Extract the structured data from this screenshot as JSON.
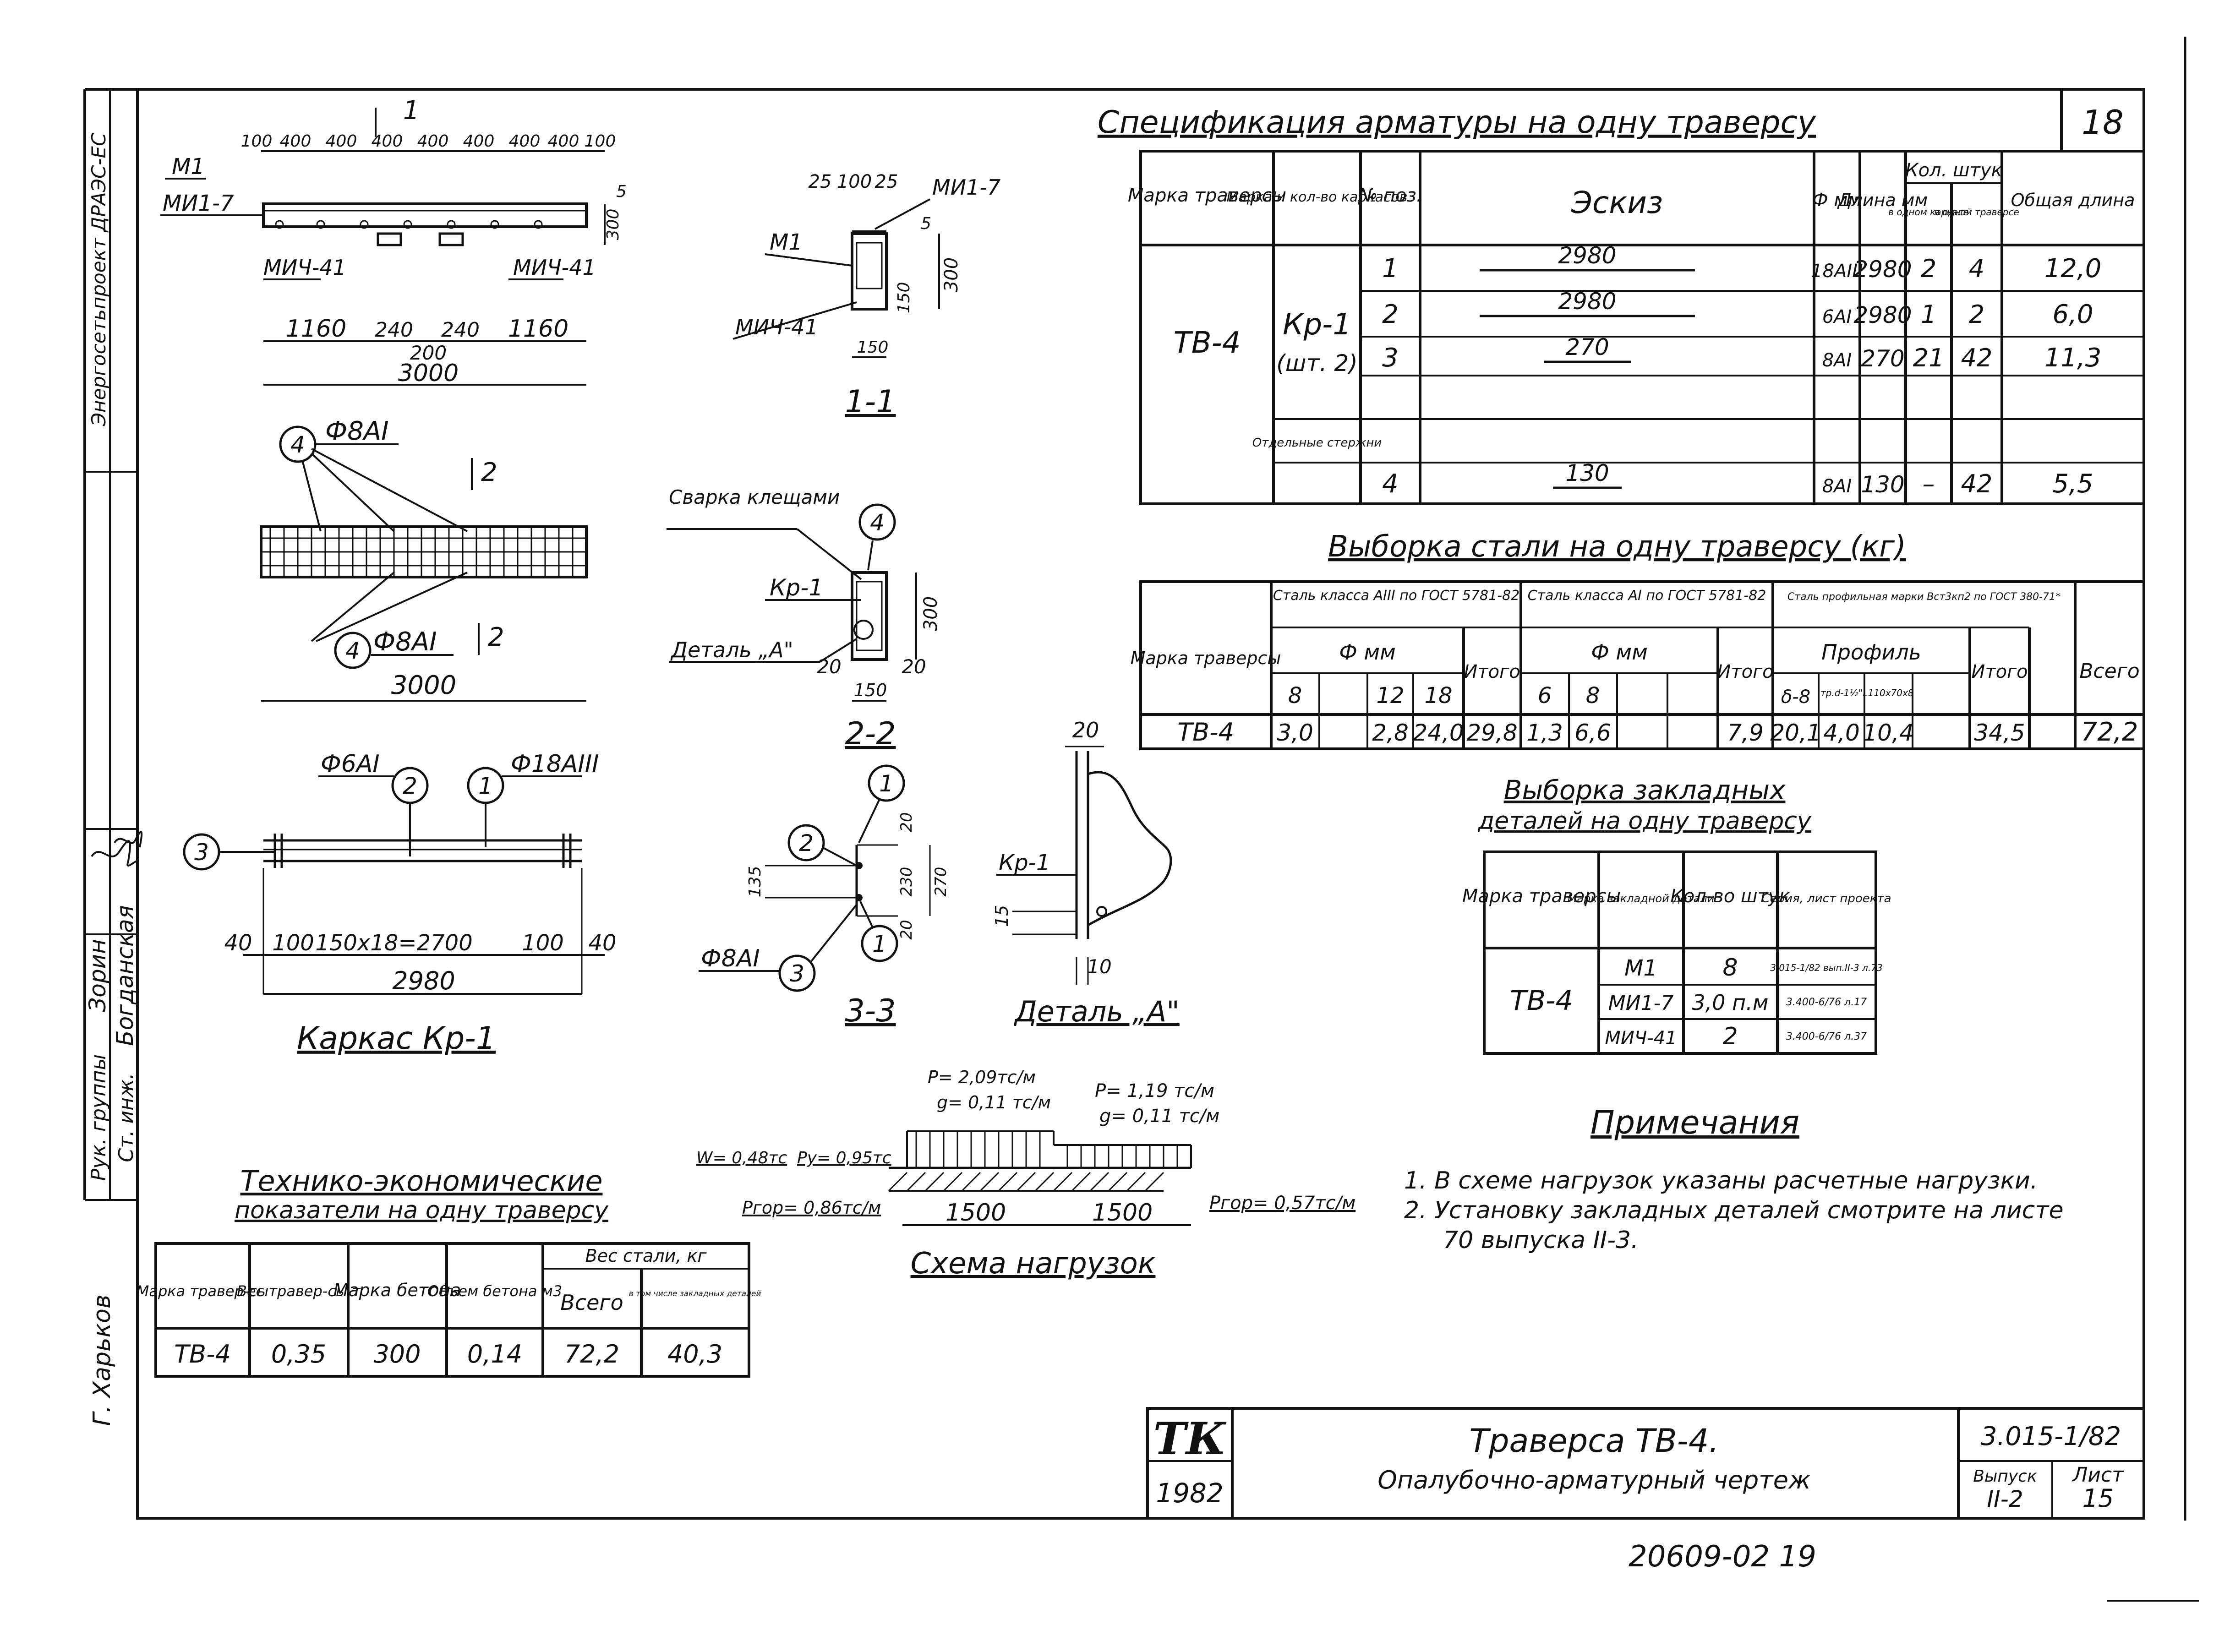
{
  "sheet_number": "18",
  "stamp": {
    "logo": "ТК",
    "year": "1982",
    "title_line1": "Траверса ТВ-4.",
    "title_line2": "Опалубочно-арматурный чертеж",
    "series": "3.015-1/82",
    "issue_label": "Выпуск",
    "issue_value": "II-2",
    "sheet_label": "Лист",
    "sheet_value": "15"
  },
  "archive_number": "20609-02 19",
  "side_block": {
    "org": "Энергосетьпроект ДРАЭС-ЕС",
    "rows": [
      {
        "role": "Рук. группы",
        "name": "Зорин"
      },
      {
        "role": "Ст. инж.",
        "name": "Богданская"
      }
    ],
    "city": "Г. Харьков"
  },
  "spec": {
    "title": "Спецификация арматуры на одну траверсу",
    "headers": {
      "mark": "Марка траверсы",
      "frame": "Марка и кол-во каркасов",
      "pos": "№ поз.",
      "sketch": "Эскиз",
      "dia": "Ф мм",
      "len": "Длина мм",
      "qty": "Кол. штук",
      "qty_frame": "в одном каркасе",
      "qty_trav": "в одной траверсе",
      "total": "Общая длина"
    },
    "mark_value": "ТВ-4",
    "frame_value": "Кр-1",
    "frame_count": "(шт. 2)",
    "separate_label": "Отдельные стержни",
    "rows": [
      {
        "pos": "1",
        "sketch": "2980",
        "dia": "18АIII",
        "len": "2980",
        "qf": "2",
        "qt": "4",
        "total": "12,0"
      },
      {
        "pos": "2",
        "sketch": "2980",
        "dia": "6АI",
        "len": "2980",
        "qf": "1",
        "qt": "2",
        "total": "6,0"
      },
      {
        "pos": "3",
        "sketch": "270",
        "dia": "8АI",
        "len": "270",
        "qf": "21",
        "qt": "42",
        "total": "11,3"
      },
      {
        "pos": "4",
        "sketch": "130",
        "dia": "8АI",
        "len": "130",
        "qf": "–",
        "qt": "42",
        "total": "5,5"
      }
    ]
  },
  "steel": {
    "title": "Выборка стали на одну траверсу (кг)",
    "group_a3": "Сталь класса AIII по ГОСТ 5781-82",
    "group_a1": "Сталь класса AI по ГОСТ 5781-82",
    "group_prof": "Сталь профильная марки Вст3кп2 по ГОСТ 380-71*",
    "mark_header": "Марка траверсы",
    "dia_header": "Ф мм",
    "itogo": "Итого",
    "vsego": "Всего",
    "profile_header": "Профиль",
    "a3_cols": [
      "8",
      "",
      "12",
      "18"
    ],
    "a1_cols": [
      "6",
      "8",
      "",
      ""
    ],
    "prof_cols": [
      "δ-8",
      "тр.d-1½\"",
      "L110x70x8",
      ""
    ],
    "row": {
      "mark": "ТВ-4",
      "a3": [
        "3,0",
        "",
        "2,8",
        "24,0"
      ],
      "a3_total": "29,8",
      "a1": [
        "1,3",
        "6,6",
        "",
        ""
      ],
      "a1_total": "7,9",
      "prof": [
        "20,1",
        "4,0",
        "10,4",
        ""
      ],
      "prof_total": "34,5",
      "total": "72,2"
    }
  },
  "embedded": {
    "title1": "Выборка закладных",
    "title2": "деталей на одну траверсу",
    "headers": [
      "Марка траверсы",
      "Марка закладной детали",
      "Кол-во штук",
      "Серия, лист проекта"
    ],
    "mark": "ТВ-4",
    "rows": [
      {
        "detail": "М1",
        "qty": "8",
        "series": "3.015-1/82 вып.II-3 л.73"
      },
      {
        "detail": "МИ1-7",
        "qty": "3,0 п.м",
        "series": "3.400-6/76 л.17"
      },
      {
        "detail": "МИЧ-41",
        "qty": "2",
        "series": "3.400-6/76 л.37"
      }
    ]
  },
  "notes": {
    "title": "Примечания",
    "items": [
      "1. В схеме нагрузок указаны расчетные нагрузки.",
      "2. Установку закладных деталей смотрите на листе",
      "70 выпуска II-3."
    ]
  },
  "tech": {
    "title1": "Технико-экономические",
    "title2": "показатели на одну траверсу",
    "headers": [
      "Марка травер-сы",
      "Вес травер-сы т",
      "Марка бетона",
      "Объем бетона м3",
      "Вес стали, кг",
      "Всего",
      "в том числе закладных деталей"
    ],
    "row": [
      "ТВ-4",
      "0,35",
      "300",
      "0,14",
      "72,2",
      "40,3"
    ]
  },
  "elevation": {
    "section_mark": "1",
    "top_dims": [
      "100",
      "400",
      "400",
      "400",
      "400",
      "400",
      "400",
      "400",
      "100"
    ],
    "labels": [
      "М1",
      "МИ1-7",
      "МИЧ-41",
      "МИЧ-41"
    ],
    "side_dims": [
      "5",
      "300"
    ],
    "bottom_dims": [
      "1160",
      "240",
      "240",
      "1160"
    ],
    "mid_dim": "200",
    "total": "3000"
  },
  "plan": {
    "callout": "4",
    "callout_text": "Ф8АI",
    "section_mark": "2",
    "total": "3000"
  },
  "frame": {
    "title": "Каркас Кр-1",
    "callouts": [
      {
        "num": "2",
        "text": "Ф6АI"
      },
      {
        "num": "1",
        "text": "Ф18АIII"
      },
      {
        "num": "3",
        "text": ""
      }
    ],
    "dims": [
      "40",
      "100",
      "150x18=2700",
      "100",
      "40"
    ],
    "total": "2980"
  },
  "section11": {
    "title": "1-1",
    "dims_top": [
      "25",
      "100",
      "25"
    ],
    "labels": [
      "МИ1-7",
      "М1",
      "МИЧ-41"
    ],
    "dims_side": [
      "5",
      "150",
      "300"
    ],
    "dim_bottom": "150"
  },
  "section22": {
    "title": "2-2",
    "welding": "Сварка клещами",
    "callout": "4",
    "frame_label": "Кр-1",
    "detail_label": "Деталь „А\"",
    "dims": [
      "20",
      "150",
      "20"
    ],
    "height": "300"
  },
  "section33": {
    "title": "3-3",
    "callouts": [
      "1",
      "2",
      "1",
      "3"
    ],
    "dims": [
      "135",
      "20",
      "230",
      "20",
      "270"
    ],
    "bar_label": "Ф8АI"
  },
  "detailA": {
    "title": "Деталь „А\"",
    "dims": [
      "20",
      "15",
      "10"
    ],
    "label": "Кр-1"
  },
  "loads": {
    "title": "Схема нагрузок",
    "p_left": "P= 2,09тс/м",
    "g_left": "g= 0,11 тс/м",
    "p_right": "P= 1,19 тс/м",
    "g_right": "g= 0,11 тс/м",
    "w": "W= 0,48тс",
    "py": "Py= 0,95тс",
    "pgor_left": "Pгор= 0,86тс/м",
    "pgor_right": "Pгор= 0,57тс/м",
    "spans": [
      "1500",
      "1500"
    ]
  }
}
